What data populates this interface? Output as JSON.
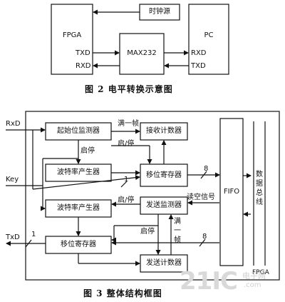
{
  "figure2": {
    "clock_source": "时钟源",
    "fpga": "FPGA",
    "max232": "MAX232",
    "pc": "PC",
    "fpga_txd": "TXD",
    "fpga_rxd": "RXD",
    "pc_rxd": "RXD",
    "pc_txd": "TXD",
    "caption": "图 2   电平转换示意图"
  },
  "figure3": {
    "rxd_in": "RxD",
    "key_in": "Key",
    "txd_out": "TxD",
    "start_detector": "起始位监测器",
    "receive_counter": "接收计数器",
    "baud_gen_rx": "波特率产生器",
    "shift_reg_rx": "移位寄存器",
    "baud_gen_tx": "波特率产生器",
    "send_monitor": "发送监测器",
    "shift_reg_tx": "移位寄存器",
    "send_counter": "发送计数器",
    "fifo": "FIFO",
    "data_bus": "数据总线",
    "fpga": "FPGA",
    "full_frame_top": "满一帧",
    "start_stop_1": "启停",
    "start_stop_2": "启/停",
    "start_stop_3": "启/停",
    "start_stop_4": "启停",
    "read_empty": "读空信号",
    "full_frame_bottom": "满一帧",
    "bus_width_rx": "8",
    "bus_width_tx": "8",
    "bit_width_1": "1",
    "bit_width_2": "1",
    "caption": "图 3   整体结构框图"
  },
  "watermark": {
    "logo": "21IC",
    "site_cn": "电子网",
    "site_en": ".com"
  }
}
